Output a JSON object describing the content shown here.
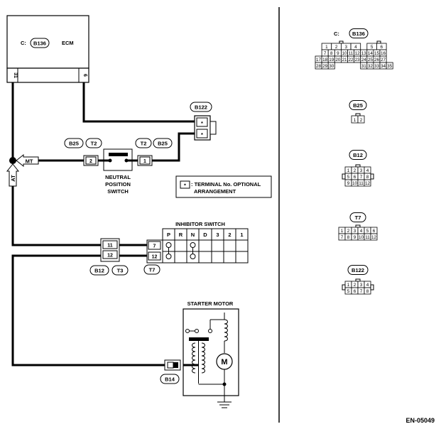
{
  "ecm": {
    "prefix": "C:",
    "connector": "B136",
    "label": "ECM",
    "pin_left": "31",
    "pin_right": "6"
  },
  "connectors_left": {
    "b122": "B122",
    "b122_pin1": "*",
    "b122_pin2": "*",
    "b25_left": "B25",
    "t2_left": "T2",
    "t2_right": "T2",
    "b25_right": "B25",
    "pin_left": "2",
    "pin_right": "1",
    "mt": "MT",
    "at": "AT"
  },
  "neutral_switch": {
    "line1": "NEUTRAL",
    "line2": "POSITION",
    "line3": "SWITCH"
  },
  "note": {
    "symbol": "*",
    "line1": ": TERMINAL No. OPTIONAL",
    "line2": "ARRANGEMENT"
  },
  "inhibitor": {
    "title": "INHIBITOR SWITCH",
    "positions": [
      "P",
      "R",
      "N",
      "D",
      "3",
      "2",
      "1"
    ],
    "pin_upper": "7",
    "pin_lower": "12",
    "t7": "T7",
    "b12": "B12",
    "t3": "T3",
    "b12_pin_upper": "11",
    "b12_pin_lower": "12"
  },
  "starter": {
    "title": "STARTER MOTOR",
    "motor": "M",
    "b14": "B14"
  },
  "right_connectors": {
    "b136": {
      "prefix": "C:",
      "name": "B136",
      "row1": [
        "1",
        "2",
        "3",
        "4",
        "",
        "5",
        "6"
      ],
      "row2": [
        "7",
        "8",
        "9",
        "10",
        "11",
        "12",
        "13",
        "14",
        "15",
        "16"
      ],
      "row3": [
        "17",
        "18",
        "19",
        "20",
        "21",
        "22",
        "23",
        "24",
        "25",
        "26",
        "27"
      ],
      "row4": [
        "28",
        "29",
        "30",
        "31",
        "32",
        "33",
        "34",
        "35"
      ]
    },
    "b25": {
      "name": "B25",
      "pins": [
        "1",
        "2"
      ]
    },
    "b12": {
      "name": "B12",
      "row1": [
        "1",
        "2",
        "3",
        "4"
      ],
      "row2": [
        "5",
        "6",
        "7",
        "8"
      ],
      "row3": [
        "9",
        "10",
        "11",
        "12"
      ]
    },
    "t7": {
      "name": "T7",
      "row1": [
        "1",
        "2",
        "3",
        "4",
        "5",
        "6"
      ],
      "row2": [
        "7",
        "8",
        "9",
        "10",
        "11",
        "12"
      ]
    },
    "b122": {
      "name": "B122",
      "row1": [
        "1",
        "2",
        "3",
        "4"
      ],
      "row2": [
        "5",
        "6",
        "7",
        "8"
      ]
    }
  },
  "footer_code": "EN-05049"
}
